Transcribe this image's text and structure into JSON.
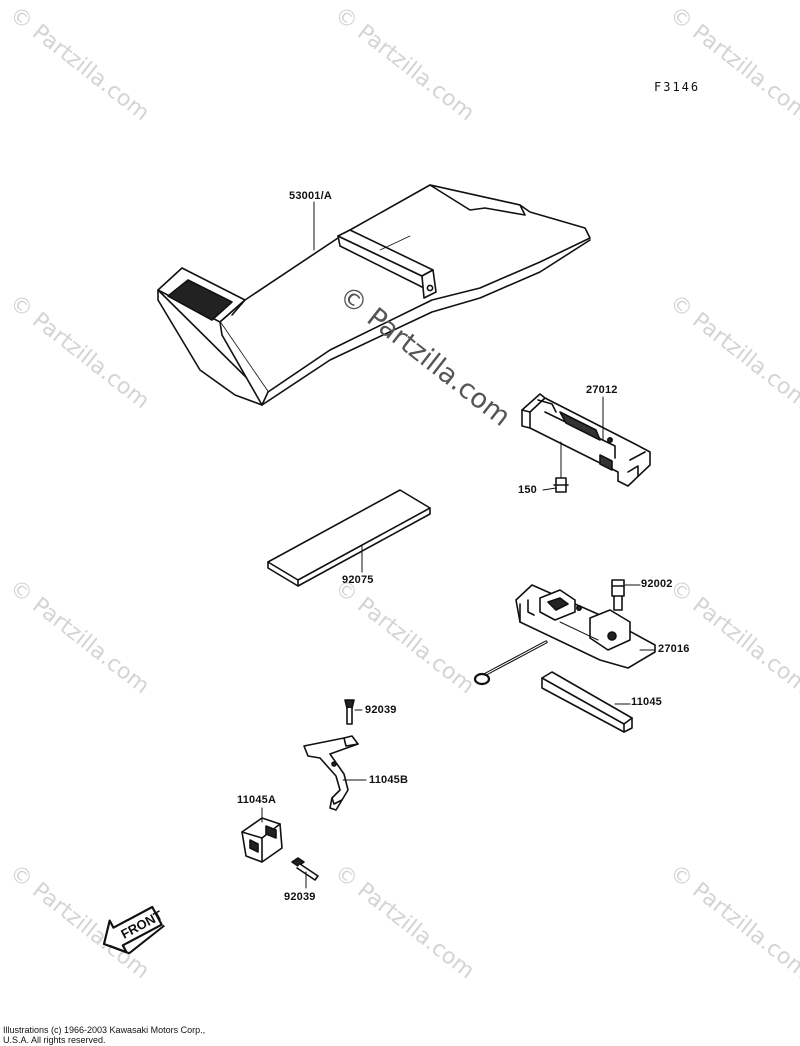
{
  "figure_code": "F3146",
  "watermark": "© Partzilla.com",
  "parts": {
    "seat_cover": "53001/A",
    "bracket_upper": "27012",
    "bolt_150": "150",
    "pad": "92075",
    "bolt_92002": "92002",
    "lock_27016": "27016",
    "plate_11045": "11045",
    "pin_upper": "92039",
    "bracket_11045b": "11045B",
    "holder_11045a": "11045A",
    "pin_lower": "92039"
  },
  "front_mark": "FRONT",
  "copyright": {
    "line1": "Illustrations (c) 1966-2003 Kawasaki Motors Corp.,",
    "line2": "U.S.A.  All rights reserved."
  }
}
